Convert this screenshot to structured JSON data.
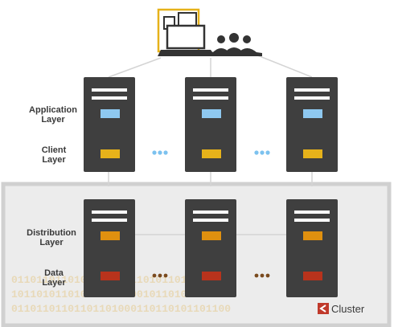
{
  "labels": {
    "application": {
      "line1": "Application",
      "line2": "Layer"
    },
    "client": {
      "line1": "Client",
      "line2": "Layer"
    },
    "distribution": {
      "line1": "Distribution",
      "line2": "Layer"
    },
    "data": {
      "line1": "Data",
      "line2": "Layer"
    }
  },
  "cluster_label": "Cluster",
  "colors": {
    "server_body": "#3f3f3f",
    "app_block": "#8ec8f0",
    "client_block": "#e6b21a",
    "distribution_block": "#e0900f",
    "data_block": "#b8331c",
    "panel_bg": "#ececec",
    "panel_border": "#d0d0d0",
    "blue_dots": "#7cc2ef",
    "brown_dots": "#7a4a1e",
    "cluster_icon": "#c0392b",
    "binary_text": "#e8d9b8"
  },
  "icons": [
    "laptop-icon",
    "users-icon",
    "cluster-icon"
  ],
  "binary_rows": [
    "01101101101011010011101011010010110",
    "10110101101011011010010110101101101",
    "01101101101101101000110110101101100"
  ]
}
